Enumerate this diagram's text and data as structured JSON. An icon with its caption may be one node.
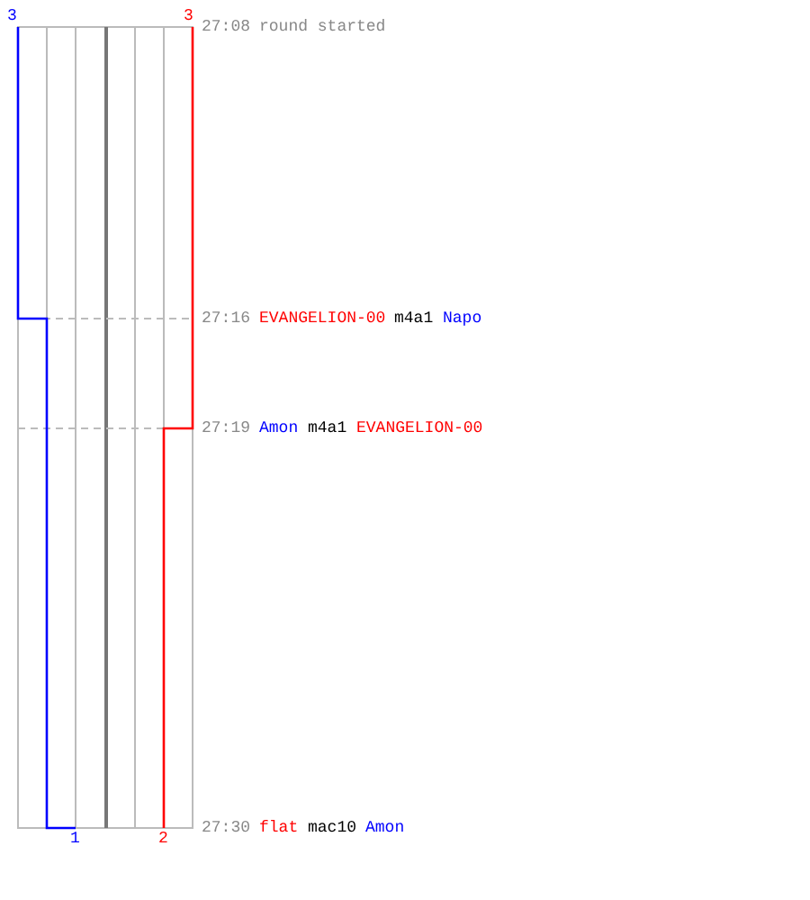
{
  "diagram": {
    "labels": [
      "3",
      "3",
      "27:08",
      "round started",
      "27:16",
      "EVANGELION-00",
      "m4a1",
      "Napo",
      "27:19",
      "Amon",
      "m4a1",
      "EVANGELION-00",
      "27:30",
      "flat",
      "mac10",
      "Amon",
      "1",
      "2"
    ]
  }
}
